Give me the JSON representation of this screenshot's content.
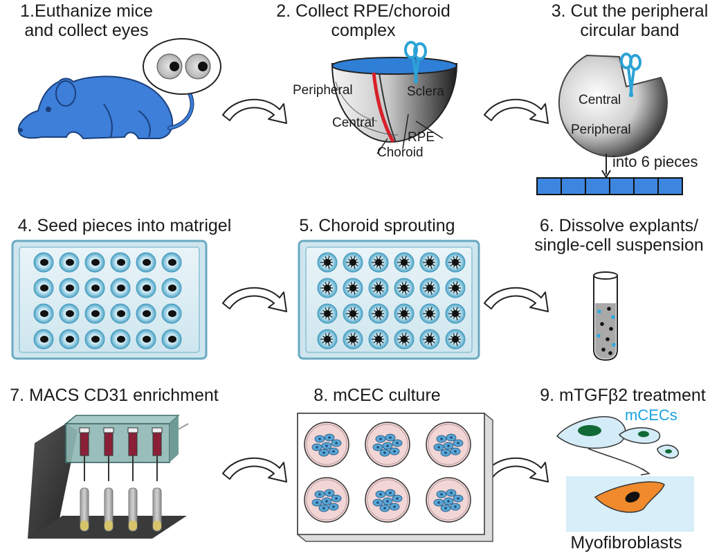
{
  "steps": [
    {
      "title_line1": "1.Euthanize mice",
      "title_line2": "and collect eyes"
    },
    {
      "title_line1": "2. Collect RPE/choroid",
      "title_line2": "complex",
      "labels": {
        "peripheral": "Peripheral",
        "sclera": "Sclera",
        "central": "Central",
        "rpe": "RPE",
        "choroid": "Choroid"
      }
    },
    {
      "title_line1": "3. Cut the peripheral",
      "title_line2": "circular band",
      "labels": {
        "central": "Central",
        "peripheral": "Peripheral",
        "pieces": "into 6 pieces"
      }
    },
    {
      "title_line1": "4. Seed pieces into matrigel"
    },
    {
      "title_line1": "5. Choroid sprouting"
    },
    {
      "title_line1": "6. Dissolve explants/",
      "title_line2": "single-cell suspension"
    },
    {
      "title_line1": "7. MACS CD31 enrichment"
    },
    {
      "title_line1": "8. mCEC culture"
    },
    {
      "title_line1": "9. mTGFβ2 treatment",
      "labels": {
        "cells": "mCECs",
        "result": "Myofibroblasts"
      }
    }
  ],
  "colors": {
    "mouse": "#3d7fd9",
    "sclera_dark": "#222222",
    "rpe_red": "#d8202a",
    "scissors": "#2ba3d6",
    "plate_well": "#7fc3dd",
    "plate_bg": "#e6f2f7",
    "bead_blue": "#2fa8e0",
    "column_teal": "#8fb8b4",
    "culture_dish": "#f2d6d6",
    "cell_blue": "#5aa6d6",
    "myofibroblast": "#f08a2c",
    "result_bg": "#d8eef8",
    "mcec_text": "#1aa3e0"
  }
}
